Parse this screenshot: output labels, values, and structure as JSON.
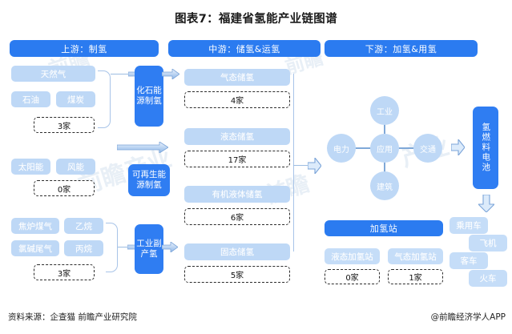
{
  "title": "图表7：福建省氢能产业链图谱",
  "headers": [
    {
      "label": "上游：制氢"
    },
    {
      "label": "中游：储氢&运氢"
    },
    {
      "label": "下游：加氢&用氢"
    }
  ],
  "upstream": {
    "groups": [
      {
        "name": "fossil",
        "sources": [
          "天然气",
          "石油",
          "煤炭"
        ],
        "count": "3家",
        "process": "化石能源制氢"
      },
      {
        "name": "renewable",
        "sources": [
          "太阳能",
          "风能"
        ],
        "count": "0家",
        "process": "可再生能源制氢"
      },
      {
        "name": "industrial-byproduct",
        "sources": [
          "焦炉煤气",
          "乙烷",
          "氯碱尾气",
          "丙烷"
        ],
        "count": "3家",
        "process": "工业副产氢"
      }
    ]
  },
  "midstream": {
    "items": [
      {
        "label": "气态储氢",
        "count": "4家"
      },
      {
        "label": "液态储氢",
        "count": "17家"
      },
      {
        "label": "有机液体储氢",
        "count": "6家"
      },
      {
        "label": "固态储氢",
        "count": "5家"
      }
    ]
  },
  "downstream": {
    "application": {
      "center": "应用",
      "nodes": [
        "工业",
        "电力",
        "交通",
        "建筑"
      ]
    },
    "fuel_cell": "氢燃料电池",
    "refuel": {
      "title": "加氢站",
      "stations": [
        {
          "label": "液态加氢站",
          "count": "0家"
        },
        {
          "label": "气态加氢站",
          "count": "1家"
        }
      ]
    },
    "vehicles": [
      "乘用车",
      "飞机",
      "客车",
      "火车"
    ]
  },
  "footer": {
    "source": "资料来源：企查猫 前瞻产业研究院",
    "brand": "@前瞻经济学人APP"
  },
  "colors": {
    "primary": "#2b7bf0",
    "light": "#bed8f6",
    "text_dark": "#1a1a1a"
  }
}
